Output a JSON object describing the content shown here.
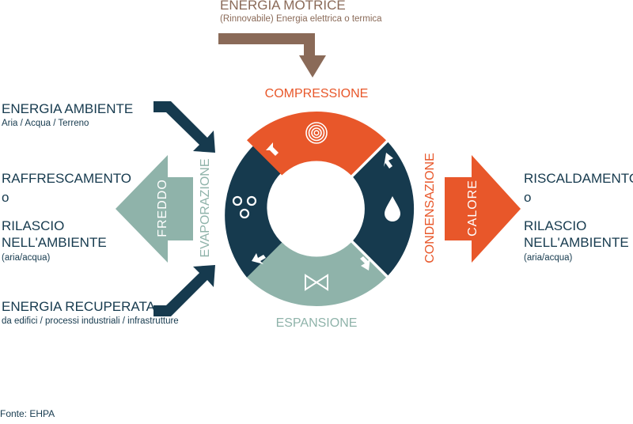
{
  "top": {
    "title": "ENERGIA MOTRICE",
    "subtitle": "(Rinnovabile) Energia elettrica o termica"
  },
  "left_top": {
    "title": "ENERGIA AMBIENTE",
    "subtitle": "Aria / Acqua / Terreno"
  },
  "left_mid": {
    "line1": "RAFFRESCAMENTO",
    "or": "o",
    "line2": "RILASCIO",
    "line3": "NELL'AMBIENTE",
    "detail": "(aria/acqua)"
  },
  "left_bottom": {
    "title": "ENERGIA RECUPERATA",
    "subtitle": "da edifici / processi industriali / infrastrutture"
  },
  "right_mid": {
    "line1": "RISCALDAMENTO",
    "or": "o",
    "line2": "RILASCIO",
    "line3": "NELL'AMBIENTE",
    "detail": "(aria/acqua)"
  },
  "cycle": {
    "compression": "COMPRESSIONE",
    "expansion": "ESPANSIONE",
    "evaporation": "EVAPORAZIONE",
    "condensation": "CONDENSAZIONE"
  },
  "arrows": {
    "cold": "FREDDO",
    "heat": "CALORE"
  },
  "source": "Fonte: EHPA",
  "icons": [
    "spiral-icon",
    "bubbles-icon",
    "drop-icon",
    "valve-icon"
  ],
  "colors": {
    "navy": "#163a4e",
    "orange": "#e8572a",
    "sage": "#8fb3aa",
    "brown": "#8a6a58"
  }
}
